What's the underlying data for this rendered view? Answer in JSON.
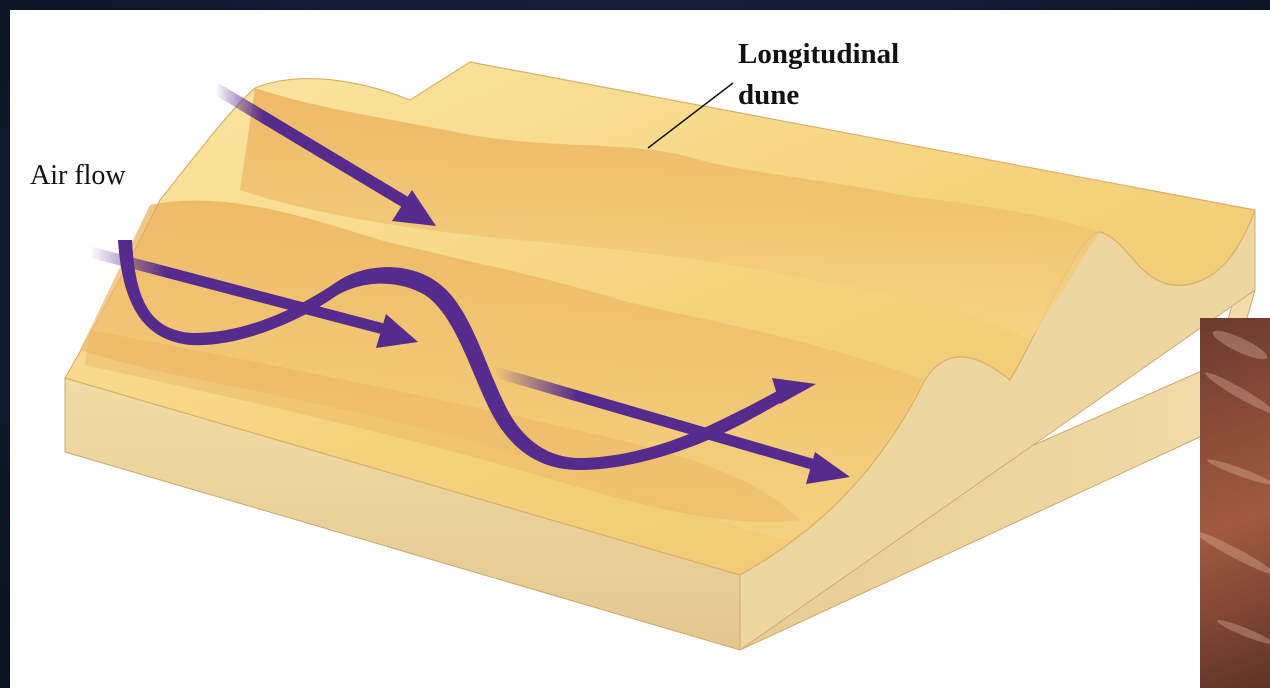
{
  "diagram": {
    "labels": {
      "longitudinal_line1": "Longitudinal",
      "longitudinal_line2": "dune",
      "air_flow": "Air flow"
    },
    "colors": {
      "sand_light": "#f8dc8e",
      "sand_mid": "#efc168",
      "sand_dark": "#d99a4a",
      "block_side": "#ead19b",
      "arrow": "#552b8e"
    },
    "inset_photo": "desert-dune-photo"
  }
}
